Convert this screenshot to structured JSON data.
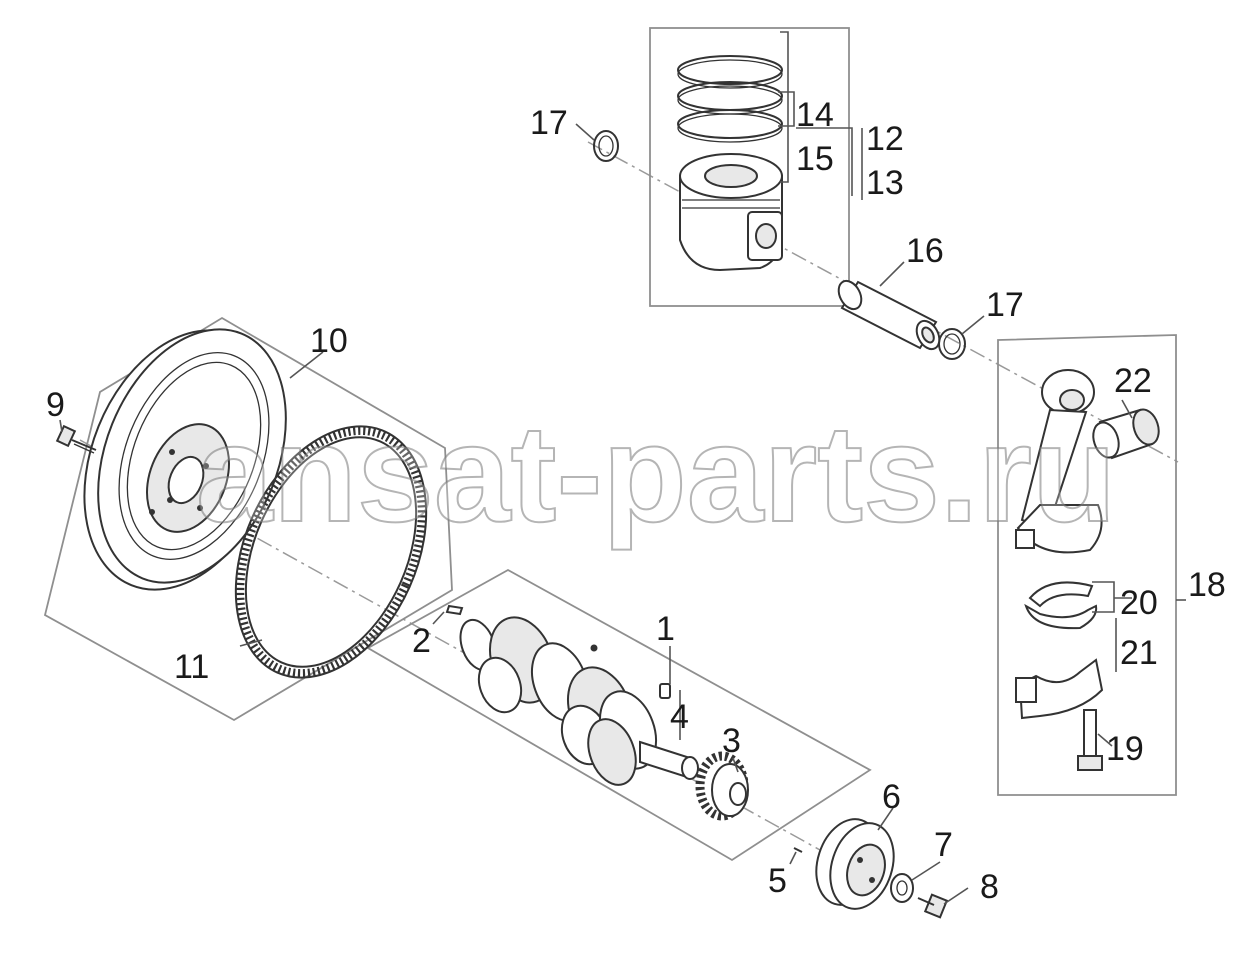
{
  "watermark": "ansat-parts.ru",
  "callouts": {
    "c1": "1",
    "c2": "2",
    "c3": "3",
    "c4": "4",
    "c5": "5",
    "c6": "6",
    "c7": "7",
    "c8": "8",
    "c9": "9",
    "c10": "10",
    "c11": "11",
    "c12": "12",
    "c13": "13",
    "c14": "14",
    "c15": "15",
    "c16": "16",
    "c17a": "17",
    "c17b": "17",
    "c18": "18",
    "c19": "19",
    "c20": "20",
    "c21": "21",
    "c22": "22"
  }
}
